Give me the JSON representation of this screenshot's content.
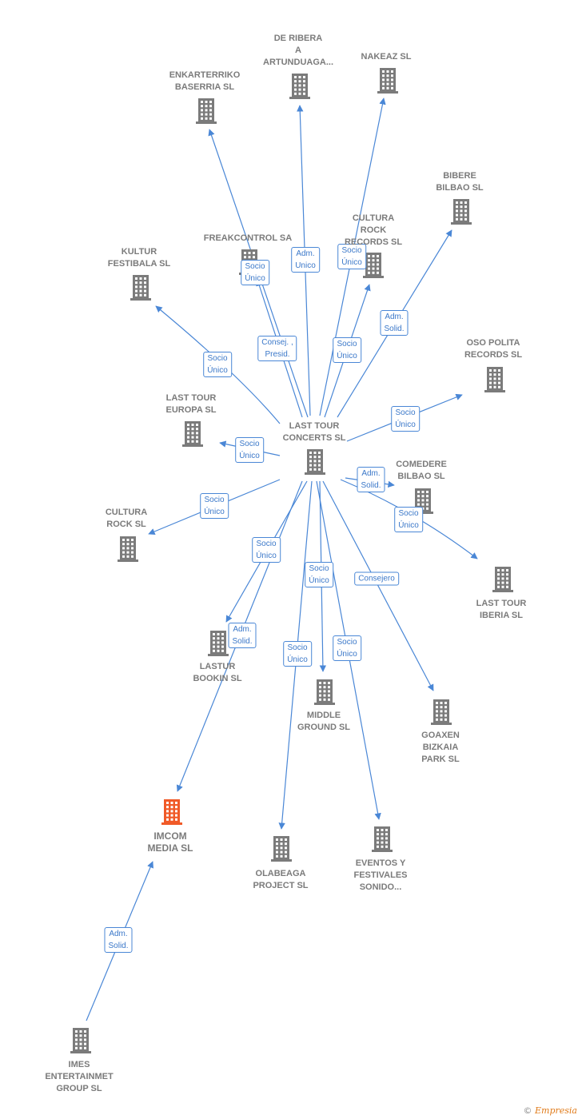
{
  "colors": {
    "node": "#7b7b7b",
    "focus": "#f05a28",
    "edge": "#4a87d6",
    "label": "#3b78c9"
  },
  "nodes": [
    {
      "id": "center",
      "label": "LAST TOUR\nCONCERTS  SL",
      "icon": "building-icon"
    },
    {
      "id": "deribera",
      "label": "DE RIBERA\nA\nARTUNDUAGA...",
      "icon": "building-icon"
    },
    {
      "id": "nakeaz",
      "label": "NAKEAZ SL",
      "icon": "building-icon"
    },
    {
      "id": "enkarterriko",
      "label": "ENKARTERRIKO\nBASERRIA  SL",
      "icon": "building-icon"
    },
    {
      "id": "bibere",
      "label": "BIBERE\nBILBAO  SL",
      "icon": "building-icon"
    },
    {
      "id": "cultura_rock_records",
      "label": "CULTURA\nROCK\nRECORDS  SL",
      "icon": "building-icon"
    },
    {
      "id": "freakcontrol",
      "label": "FREAKCONTROL SA",
      "icon": "building-icon"
    },
    {
      "id": "kultur",
      "label": "KULTUR\nFESTIBALA  SL",
      "icon": "building-icon"
    },
    {
      "id": "oso",
      "label": "OSO POLITA\nRECORDS  SL",
      "icon": "building-icon"
    },
    {
      "id": "europa",
      "label": "LAST TOUR\nEUROPA  SL",
      "icon": "building-icon"
    },
    {
      "id": "comedere",
      "label": "COMEDERE\nBILBAO  SL",
      "icon": "building-icon"
    },
    {
      "id": "cultura_rock",
      "label": "CULTURA\nROCK  SL",
      "icon": "building-icon"
    },
    {
      "id": "iberia",
      "label": "LAST TOUR\nIBERIA  SL",
      "icon": "building-icon"
    },
    {
      "id": "lastur",
      "label": "LASTUR\nBOOKIN  SL",
      "icon": "building-icon"
    },
    {
      "id": "middle",
      "label": "MIDDLE\nGROUND  SL",
      "icon": "building-icon"
    },
    {
      "id": "goaxen",
      "label": "GOAXEN\nBIZKAIA\nPARK  SL",
      "icon": "building-icon"
    },
    {
      "id": "imcom",
      "label": "IMCOM\nMEDIA  SL",
      "icon": "building-icon",
      "focus": true
    },
    {
      "id": "olabeaga",
      "label": "OLABEAGA\nPROJECT  SL",
      "icon": "building-icon"
    },
    {
      "id": "eventos",
      "label": "EVENTOS Y\nFESTIVALES\nSONIDO...",
      "icon": "building-icon"
    },
    {
      "id": "imes",
      "label": "IMES\nENTERTAINMET\nGROUP  SL",
      "icon": "building-icon"
    }
  ],
  "edges": [
    {
      "from": "center",
      "to": "deribera",
      "label": "Adm.\nUnico"
    },
    {
      "from": "center",
      "to": "nakeaz",
      "label": "Socio\nÚnico"
    },
    {
      "from": "center",
      "to": "enkarterriko",
      "label": "Socio\nÚnico"
    },
    {
      "from": "center",
      "to": "bibere",
      "label": "Adm.\nSolid."
    },
    {
      "from": "center",
      "to": "cultura_rock_records",
      "label": "Socio\nÚnico"
    },
    {
      "from": "center",
      "to": "freakcontrol",
      "label": "Consej. ,\nPresid."
    },
    {
      "from": "center",
      "to": "kultur",
      "label": "Socio\nÚnico"
    },
    {
      "from": "center",
      "to": "oso",
      "label": "Socio\nÚnico"
    },
    {
      "from": "center",
      "to": "europa",
      "label": "Socio\nÚnico"
    },
    {
      "from": "center",
      "to": "comedere",
      "label": "Adm.\nSolid."
    },
    {
      "from": "center",
      "to": "cultura_rock",
      "label": "Socio\nÚnico"
    },
    {
      "from": "center",
      "to": "iberia",
      "label": "Socio\nÚnico"
    },
    {
      "from": "center",
      "to": "lastur",
      "label": "Socio\nÚnico"
    },
    {
      "from": "center",
      "to": "middle",
      "label": "Socio\nÚnico"
    },
    {
      "from": "center",
      "to": "goaxen",
      "label": "Consejero"
    },
    {
      "from": "center",
      "to": "imcom",
      "label": "Adm.\nSolid."
    },
    {
      "from": "center",
      "to": "olabeaga",
      "label": "Socio\nÚnico"
    },
    {
      "from": "center",
      "to": "eventos",
      "label": "Socio\nÚnico"
    },
    {
      "from": "imes",
      "to": "imcom",
      "label": "Adm.\nSolid."
    }
  ],
  "footer": {
    "copyright": "©",
    "brand": "Empresia"
  }
}
